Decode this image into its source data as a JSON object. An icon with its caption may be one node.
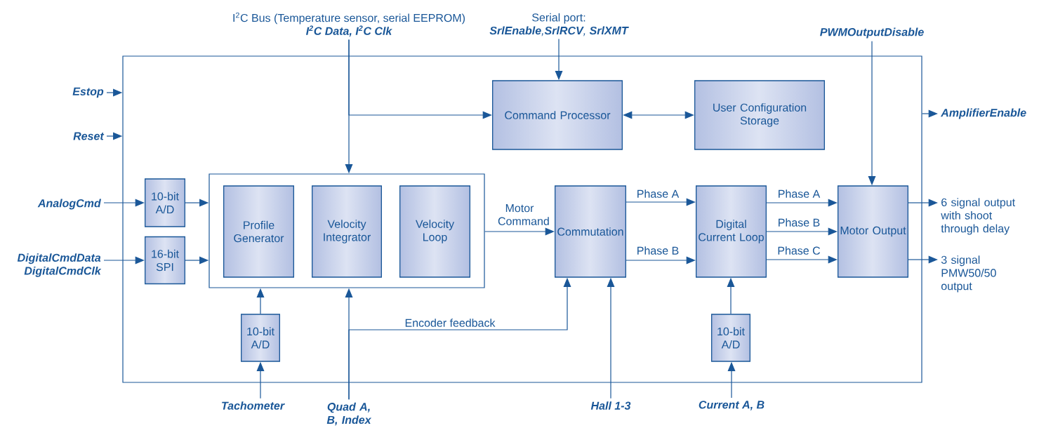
{
  "diagram": {
    "nodes": [
      {
        "text": [],
        "shape": "box"
      },
      {
        "text": [
          "I$^{2}$C Bus (Temperature sensor, serial EEPROM)",
          "I$^{2}$C Data, I$^{2}$C Clk"
        ]
      },
      {
        "text": [
          "Serial port:",
          "**SrlEnable**,**SrlRCV**, **SrlXMT**"
        ]
      },
      {
        "text": [
          "PWMOutputDisable"
        ]
      },
      {
        "text": [
          "Estop"
        ]
      },
      {
        "text": [
          "Reset"
        ]
      },
      {
        "text": [
          "AmplifierEnable"
        ]
      },
      {
        "text": [
          "Command Processor"
        ],
        "in": 0
      },
      {
        "text": [
          "User Configuration Storage"
        ],
        "in": 0
      },
      {
        "text": [
          "AnalogCmd"
        ]
      },
      {
        "text": [
          "DigitalCmdData DigitalCmdClk"
        ]
      },
      {
        "text": [
          "10-bit A/D"
        ],
        "in": 0
      },
      {
        "text": [
          "16-bit SPI"
        ],
        "in": 0
      },
      {
        "text": [],
        "shape": "box",
        "in": 0
      },
      {
        "text": [
          "Profile Generator"
        ],
        "in": 13
      },
      {
        "text": [
          "Velocity Integrator"
        ],
        "in": 13
      },
      {
        "text": [
          "Velocity Loop"
        ],
        "in": 13
      },
      {
        "text": [
          "Commutation"
        ],
        "in": 0
      },
      {
        "text": [
          "Digital Current Loop"
        ],
        "in": 0
      },
      {
        "text": [
          "Motor Output"
        ],
        "in": 0
      },
      {
        "text": [
          "6 signal output with shoot through delay"
        ]
      },
      {
        "text": [
          "3 signal PMW50/50 output"
        ]
      },
      {
        "text": [
          "10-bit A/D"
        ],
        "in": 0
      },
      {
        "text": [
          "10-bit A/D"
        ],
        "in": 0
      },
      {
        "text": [
          "Tachometer"
        ]
      },
      {
        "text": [
          "Quad A, B, Index"
        ]
      },
      {
        "text": [
          "Hall 1-3"
        ]
      },
      {
        "text": [
          "Current A, B"
        ]
      }
    ],
    "edges": [
      {
        "from": 1,
        "to": 13,
        "arrow": "to"
      },
      {
        "from": 1,
        "to": 7,
        "arrow": "to"
      },
      {
        "from": 2,
        "to": 7,
        "arrow": "to"
      },
      {
        "from": 3,
        "to": 19,
        "arrow": "to"
      },
      {
        "from": 4,
        "to": 0,
        "arrow": "to"
      },
      {
        "from": 5,
        "to": 0,
        "arrow": "to"
      },
      {
        "from": 0,
        "to": 6,
        "arrow": "to"
      },
      {
        "from": 7,
        "to": 8,
        "arrow": "both"
      },
      {
        "from": 9,
        "to": 11,
        "arrow": "to"
      },
      {
        "from": 10,
        "to": 12,
        "arrow": "to"
      },
      {
        "from": 11,
        "to": 13,
        "arrow": "to"
      },
      {
        "from": 12,
        "to": 13,
        "arrow": "to"
      },
      {
        "from": 13,
        "to": 17,
        "arrow": "to",
        "label": "Motor Command"
      },
      {
        "from": 17,
        "to": 18,
        "arrow": "to",
        "label": "Phase A"
      },
      {
        "from": 17,
        "to": 18,
        "arrow": "to",
        "label": "Phase B"
      },
      {
        "from": 18,
        "to": 19,
        "arrow": "to",
        "label": "Phase A"
      },
      {
        "from": 18,
        "to": 19,
        "arrow": "to",
        "label": "Phase B"
      },
      {
        "from": 18,
        "to": 19,
        "arrow": "to",
        "label": "Phase C"
      },
      {
        "from": 19,
        "to": 20,
        "arrow": "to"
      },
      {
        "from": 19,
        "to": 21,
        "arrow": "to"
      },
      {
        "from": 22,
        "to": 13,
        "arrow": "to"
      },
      {
        "from": 24,
        "to": 22,
        "arrow": "to"
      },
      {
        "from": 25,
        "to": 13,
        "arrow": "to"
      },
      {
        "from": 25,
        "to": 17,
        "arrow": "to",
        "label": "Encoder feedback"
      },
      {
        "from": 26,
        "to": 17,
        "arrow": "to"
      },
      {
        "from": 23,
        "to": 18,
        "arrow": "to"
      },
      {
        "from": 27,
        "to": 23,
        "arrow": "to"
      }
    ]
  }
}
